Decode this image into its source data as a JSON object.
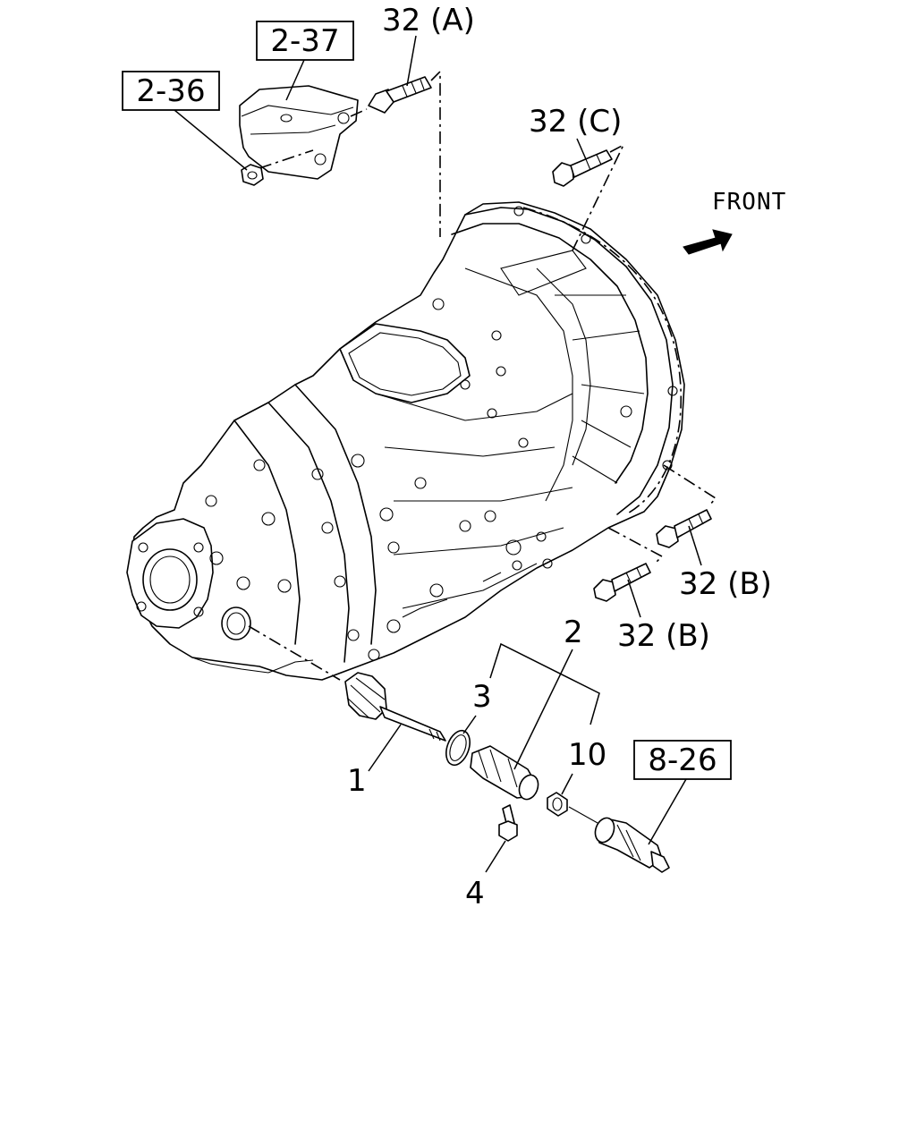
{
  "diagram": {
    "direction_label": "FRONT",
    "ref_boxes": [
      {
        "id": "ref-2-37",
        "label": "2-37"
      },
      {
        "id": "ref-2-36",
        "label": "2-36"
      },
      {
        "id": "ref-8-26",
        "label": "8-26"
      }
    ],
    "callouts": [
      {
        "id": "callout-32a",
        "label": "32 (A)"
      },
      {
        "id": "callout-32c",
        "label": "32 (C)"
      },
      {
        "id": "callout-32b-upper",
        "label": "32 (B)"
      },
      {
        "id": "callout-32b-lower",
        "label": "32 (B)"
      },
      {
        "id": "callout-1",
        "label": "1"
      },
      {
        "id": "callout-2",
        "label": "2"
      },
      {
        "id": "callout-3",
        "label": "3"
      },
      {
        "id": "callout-4",
        "label": "4"
      },
      {
        "id": "callout-10",
        "label": "10"
      }
    ]
  }
}
